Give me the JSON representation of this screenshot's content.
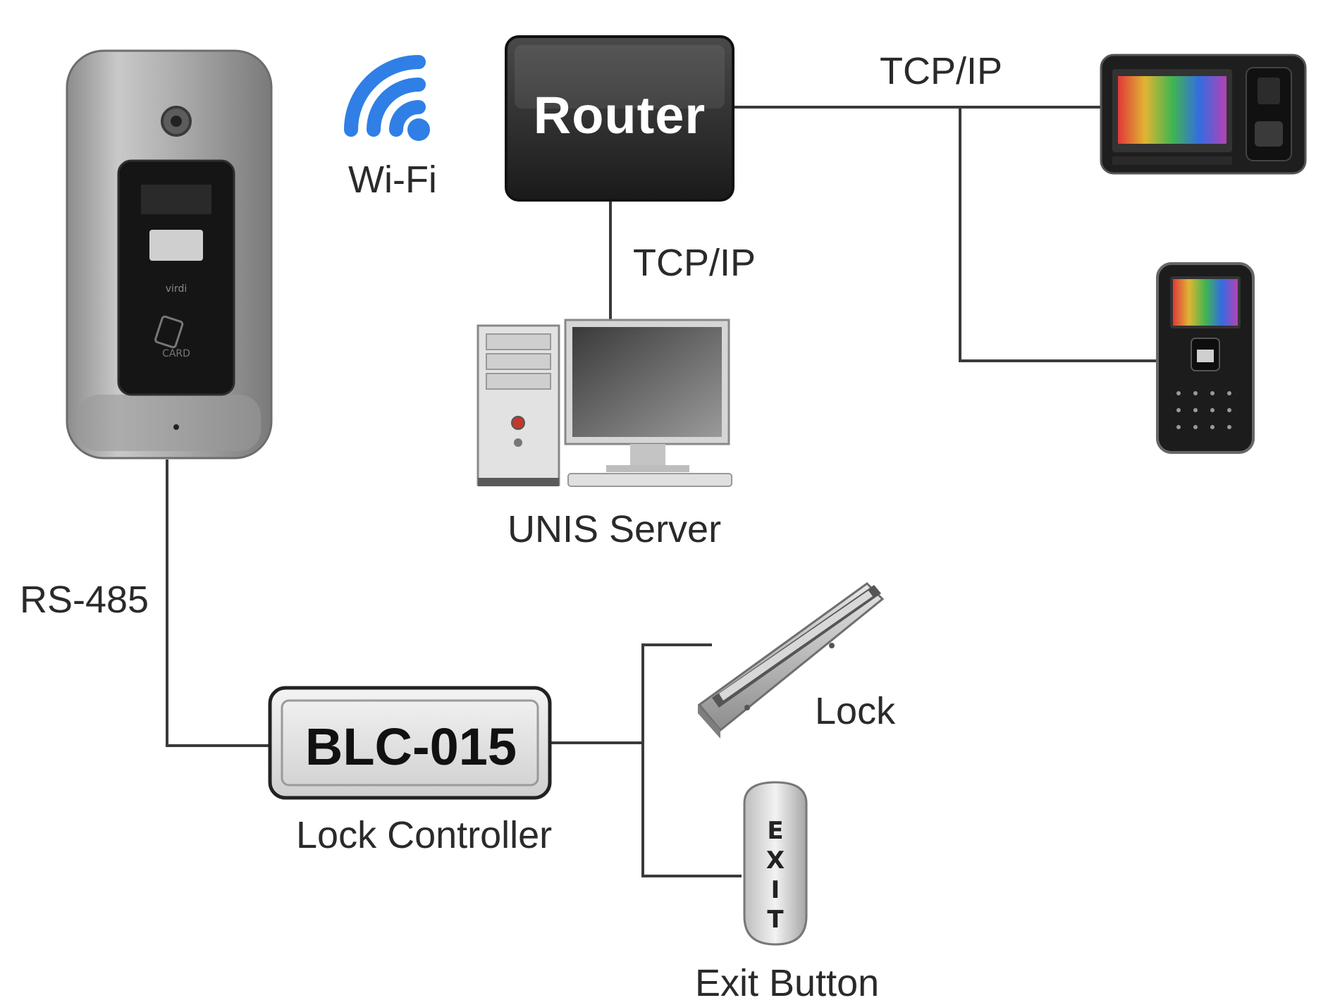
{
  "colors": {
    "wifi": "#2f7fe6",
    "router_body": "#2b2b2b",
    "line": "#3a3a3a",
    "label_text": "#2a2a2a"
  },
  "labels": {
    "wifi": "Wi-Fi",
    "router": "Router",
    "tcpip_top": "TCP/IP",
    "tcpip_mid": "TCP/IP",
    "unis_server": "UNIS Server",
    "rs485": "RS-485",
    "blc": "BLC-015",
    "lock_controller": "Lock Controller",
    "lock": "Lock",
    "exit_letters": [
      "E",
      "X",
      "I",
      "T"
    ],
    "exit_button": "Exit Button"
  },
  "icons": {
    "reader": "fingerprint-card-reader-icon",
    "wifi": "wifi-icon",
    "router": "router-icon",
    "server": "server-computer-icon",
    "terminal_top": "color-screen-terminal-icon",
    "terminal_side": "keypad-terminal-icon",
    "lock": "magnetic-lock-icon",
    "exit": "exit-button-icon"
  }
}
